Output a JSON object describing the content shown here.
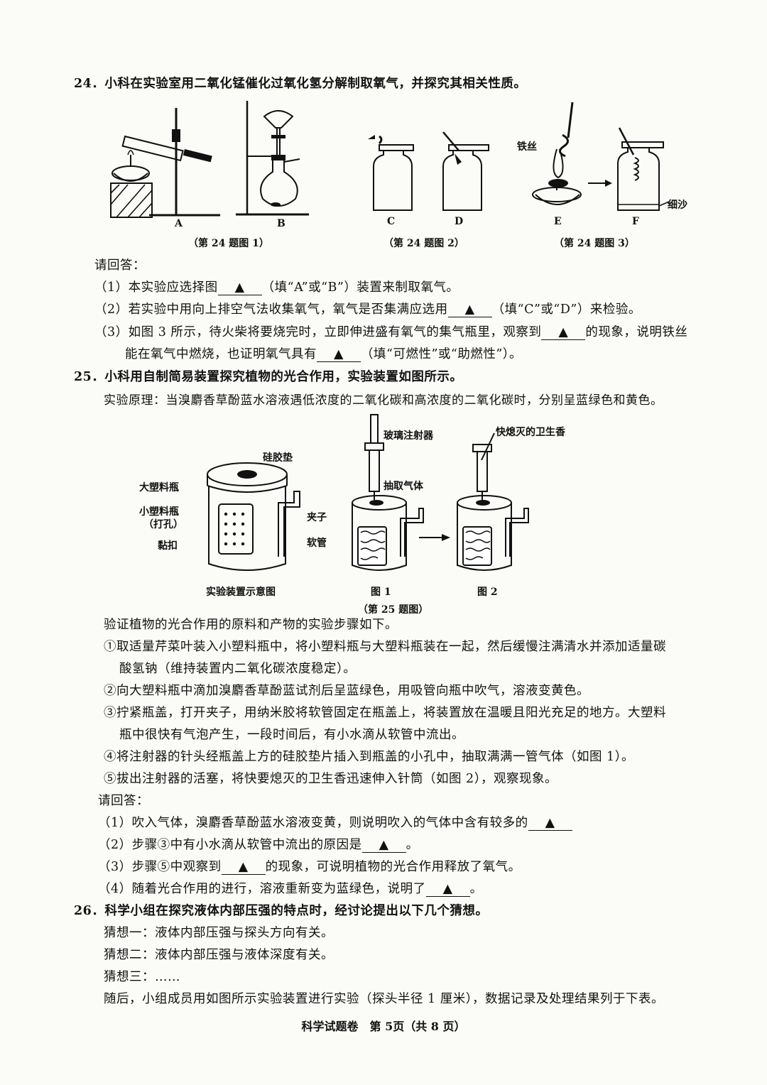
{
  "q24": {
    "stem": "24．小科在实验室用二氧化锰催化过氧化氢分解制取氧气，并探究其相关性质。",
    "fig_labels": {
      "A": "A",
      "B": "B",
      "C": "C",
      "D": "D",
      "E": "E",
      "F": "F",
      "wire": "铁丝",
      "sand": "细沙"
    },
    "captions": [
      "（第 24 题图 1）",
      "（第 24 题图 2）",
      "（第 24 题图 3）"
    ],
    "prompt": "请回答：",
    "parts": [
      {
        "pre": "（1）本实验应选择图",
        "blank": "▲",
        "post": "（填“A”或“B”）装置来制取氧气。"
      },
      {
        "pre": "（2）若实验中用向上排空气法收集氧气，氧气是否集满应选用",
        "blank": "▲",
        "post": "（填“C”或“D”）来检验。"
      },
      {
        "pre": "（3）如图 3 所示，待火柴将要烧完时，立即伸进盛有氧气的集气瓶里，观察到",
        "blank": "▲",
        "post": "的现象，说明铁丝"
      },
      {
        "pre": "能在氧气中燃烧，也证明氧气具有",
        "blank": "▲",
        "post": "（填“可燃性”或“助燃性”）。"
      }
    ]
  },
  "q25": {
    "stem": "25．小科用自制简易装置探究植物的光合作用，实验装置如图所示。",
    "principle": "实验原理：当溴麝香草酚蓝水溶液遇低浓度的二氧化碳和高浓度的二氧化碳时，分别呈蓝绿色和黄色。",
    "fig_labels": {
      "silicone": "硅胶垫",
      "big_bottle": "大塑料瓶",
      "small_bottle": "小塑料瓶",
      "holes": "（打孔）",
      "button": "黏扣",
      "clip": "夹子",
      "hose": "软管",
      "syringe": "玻璃注射器",
      "draw": "抽取气体",
      "incense": "快熄灭的卫生香"
    },
    "sub_captions": [
      "实验装置示意图",
      "图 1",
      "图 2"
    ],
    "caption": "（第 25 题图）",
    "steps_intro": "验证植物的光合作用的原料和产物的实验步骤如下。",
    "steps": [
      "①取适量芹菜叶装入小塑料瓶中，将小塑料瓶与大塑料瓶装在一起，然后缓慢注满清水并添加适量碳",
      "酸氢钠（维持装置内二氧化碳浓度稳定）。",
      "②向大塑料瓶中滴加溴麝香草酚蓝试剂后呈蓝绿色，用吸管向瓶中吹气，溶液变黄色。",
      "③拧紧瓶盖，打开夹子，用纳米胶将软管固定在瓶盖上，将装置放在温暖且阳光充足的地方。大塑料",
      "瓶中很快有气泡产生，一段时间后，有小水滴从软管中流出。",
      "④将注射器的针头经瓶盖上方的硅胶垫片插入到瓶盖的小孔中，抽取满满一管气体（如图 1）。",
      "⑤拔出注射器的活塞，将快要熄灭的卫生香迅速伸入针筒（如图 2），观察现象。"
    ],
    "prompt": "请回答：",
    "parts": [
      {
        "pre": "（1）吹入气体，溴麝香草酚蓝水溶液变黄，则说明吹入的气体中含有较多的",
        "blank": "▲",
        "post": ""
      },
      {
        "pre": "（2）步骤③中有小水滴从软管中流出的原因是",
        "blank": "▲",
        "post": "。"
      },
      {
        "pre": "（3）步骤⑤中观察到",
        "blank": "▲",
        "post": "的现象，可说明植物的光合作用释放了氧气。"
      },
      {
        "pre": "（4）随着光合作用的进行，溶液重新变为蓝绿色，说明了",
        "blank": "▲",
        "post": "。"
      }
    ]
  },
  "q26": {
    "stem": "26．科学小组在探究液体内部压强的特点时，经讨论提出以下几个猜想。",
    "guesses": [
      "猜想一：液体内部压强与探头方向有关。",
      "猜想二：液体内部压强与液体深度有关。",
      "猜想三：……"
    ],
    "followup": "随后，小组成员用如图所示实验装置进行实验（探头半径 1 厘米），数据记录及处理结果列于下表。"
  },
  "footer": "科学试题卷　第 5页（共 8 页）"
}
